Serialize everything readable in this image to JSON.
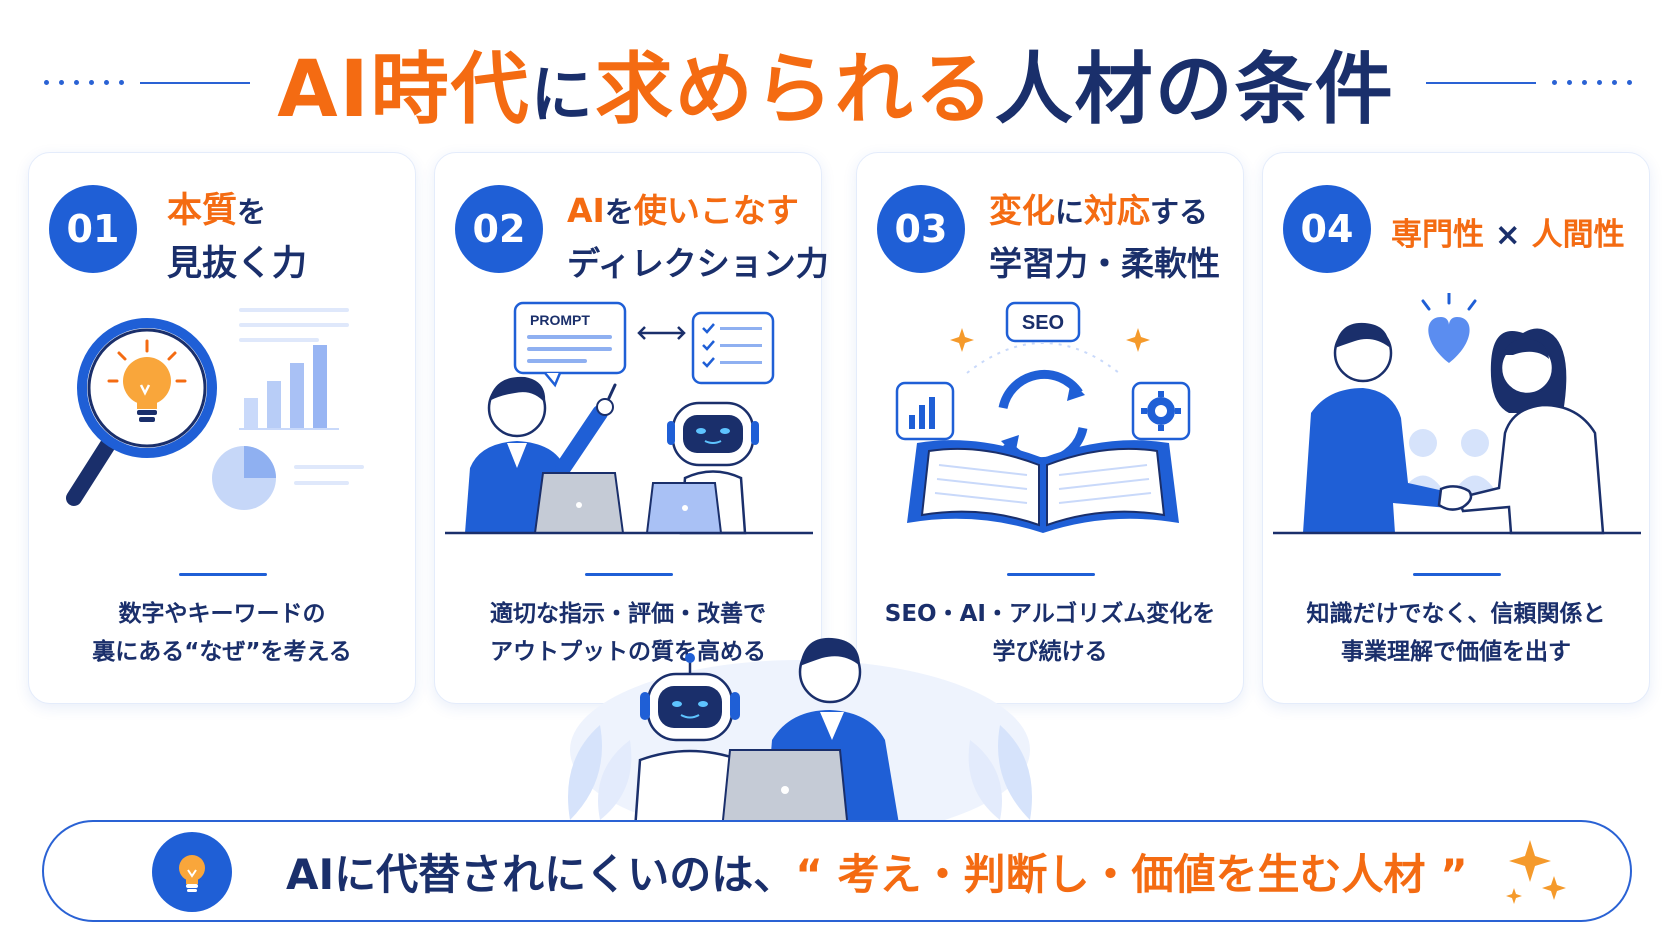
{
  "title": {
    "part1": "AI時代",
    "part2": "に",
    "part3": "求められる",
    "part4": "人材の条件"
  },
  "cards": [
    {
      "number": "01",
      "title_line1_a": "本質",
      "title_line1_b": "を",
      "title_line2": "見抜く力",
      "desc_line1": "数字やキーワードの",
      "desc_line2": "裏にある“なぜ”を考える"
    },
    {
      "number": "02",
      "title_line1_a": "AI",
      "title_line1_b": "を",
      "title_line1_c": "使いこなす",
      "title_line2": "ディレクション力",
      "illust_label": "PROMPT",
      "desc_line1": "適切な指示・評価・改善で",
      "desc_line2": "アウトプットの質を高める"
    },
    {
      "number": "03",
      "title_line1_a": "変化",
      "title_line1_b": "に",
      "title_line1_c": "対応",
      "title_line1_d": "する",
      "title_line2": "学習力・柔軟性",
      "illust_label": "SEO",
      "desc_line1": "SEO・AI・アルゴリズム変化を",
      "desc_line2": "学び続ける"
    },
    {
      "number": "04",
      "title_line1_a": "専門性",
      "title_line1_b": "×",
      "title_line1_c": "人間性",
      "desc_line1": "知識だけでなく、信頼関係と",
      "desc_line2": "事業理解で価値を出す"
    }
  ],
  "banner": {
    "text_a": "AIに代替されにくいのは、",
    "text_b": "“ 考え・判断し・価値を生む人材 ”"
  },
  "colors": {
    "accent_orange": "#f46b12",
    "primary_blue": "#1f5fd6",
    "navy_text": "#1a2f6b"
  }
}
